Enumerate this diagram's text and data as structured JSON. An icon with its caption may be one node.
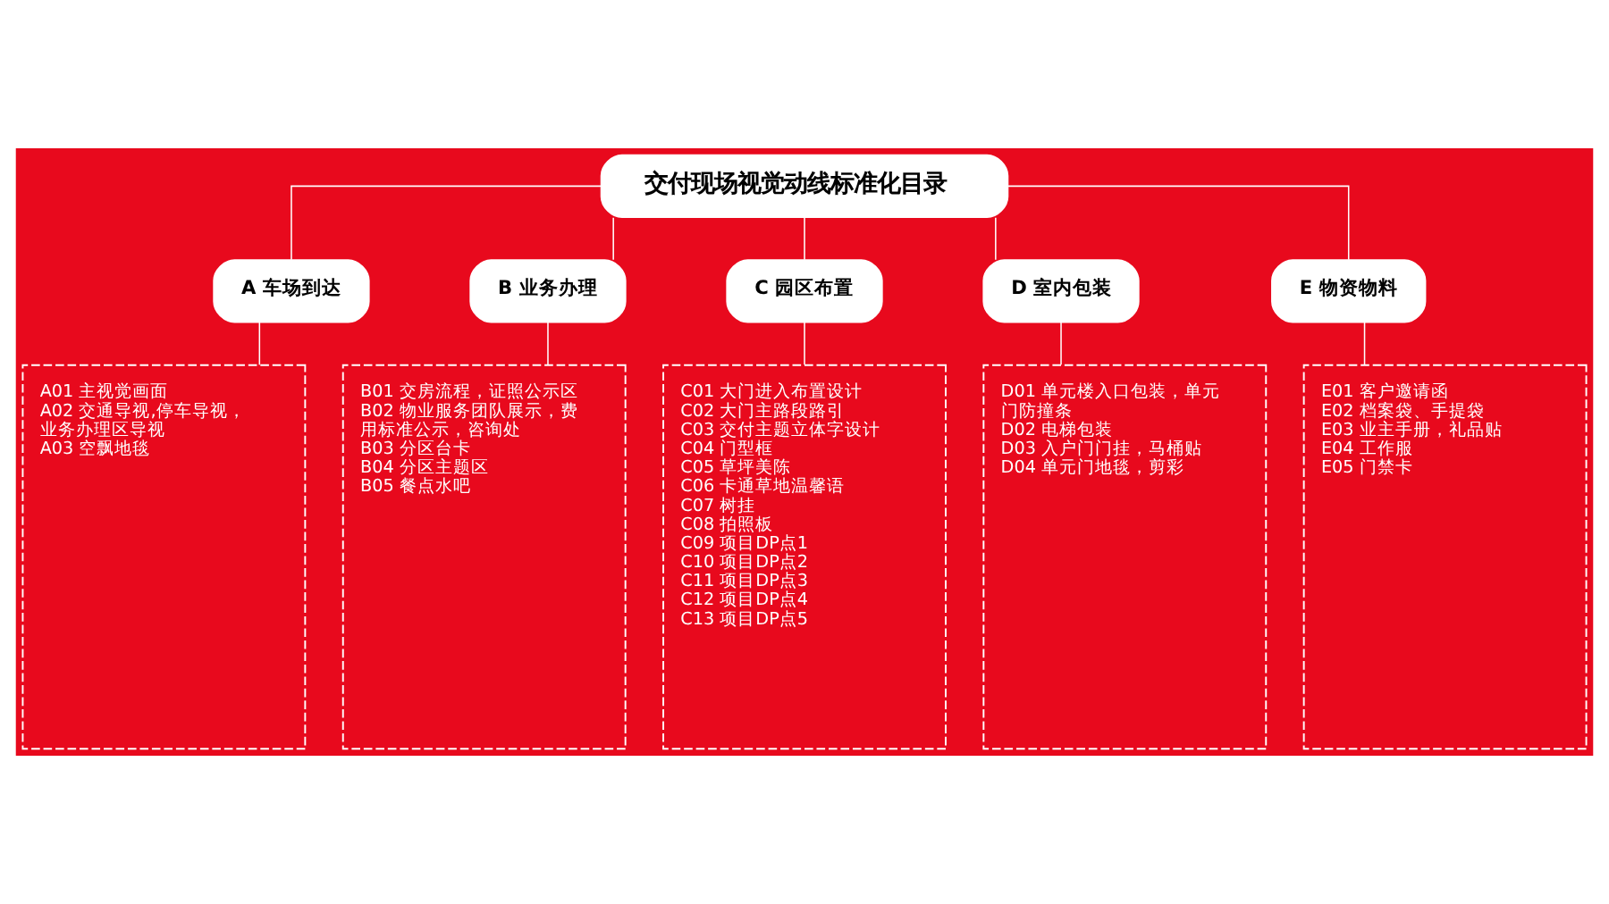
{
  "diagram": {
    "nodes": [
      {
        "text": [
          "交付现场视觉动线标准化目录"
        ]
      },
      {
        "text": [
          "A 车场到达"
        ]
      },
      {
        "text": [
          "B 业务办理"
        ]
      },
      {
        "text": [
          "C 园区布置"
        ]
      },
      {
        "text": [
          "D 室内包装"
        ]
      },
      {
        "text": [
          "E 物资物料"
        ]
      },
      {
        "text": [
          "A01 主视觉画面",
          "A02 交通导视,停车导视，业务办理区导视",
          "A03 空飘地毯"
        ]
      },
      {
        "text": [
          "B01 交房流程，证照公示区",
          "B02 物业服务团队展示，费用标准公示，咨询处",
          "B03 分区台卡",
          "B04 分区主题区",
          "B05 餐点水吧"
        ]
      },
      {
        "text": [
          "C01 大门进入布置设计",
          "C02 大门主路段路引",
          "C03 交付主题立体字设计",
          "C04 门型框",
          "C05 草坪美陈",
          "C06 卡通草地温馨语",
          "C07 树挂",
          "C08 拍照板",
          "C09 项目DP点1",
          "C10 项目DP点2",
          "C11 项目DP点3",
          "C12 项目DP点4",
          "C13 项目DP点5"
        ]
      },
      {
        "text": [
          "D01 单元楼入口包装，单元门防撞条",
          "D02 电梯包装",
          "D03 入户门门挂，马桶贴",
          "D04 单元门地毯，剪彩"
        ]
      },
      {
        "text": [
          "E01 客户邀请函",
          "E02 档案袋、手提袋",
          "E03 业主手册，礼品贴",
          "E04 工作服",
          "E05 门禁卡"
        ]
      }
    ],
    "edges": [
      {
        "from": 0,
        "to": 1,
        "arrow": "none"
      },
      {
        "from": 0,
        "to": 2,
        "arrow": "none"
      },
      {
        "from": 0,
        "to": 3,
        "arrow": "none"
      },
      {
        "from": 0,
        "to": 4,
        "arrow": "none"
      },
      {
        "from": 0,
        "to": 5,
        "arrow": "none"
      },
      {
        "from": 1,
        "to": 6,
        "arrow": "none"
      },
      {
        "from": 2,
        "to": 7,
        "arrow": "none"
      },
      {
        "from": 3,
        "to": 8,
        "arrow": "none"
      },
      {
        "from": 4,
        "to": 9,
        "arrow": "none"
      },
      {
        "from": 5,
        "to": 10,
        "arrow": "none"
      }
    ]
  }
}
